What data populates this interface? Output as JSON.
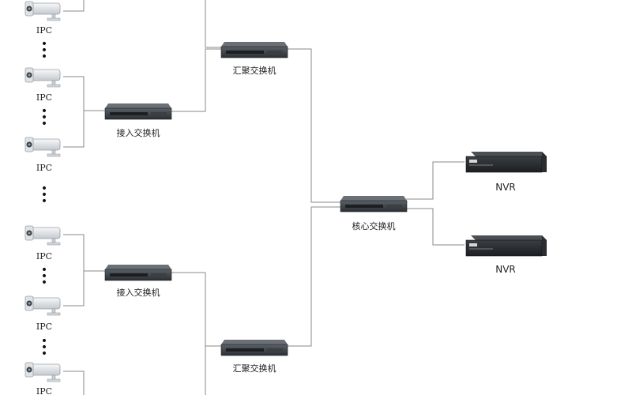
{
  "labels": {
    "ipc": "IPC",
    "access_switch": "接入交换机",
    "aggregation_switch": "汇聚交换机",
    "core_switch": "核心交换机",
    "nvr": "NVR"
  },
  "colors": {
    "line": "#8a8a8a",
    "device_dark": "#2e3236",
    "device_mid": "#4a5055",
    "camera_body": "#e9ecef",
    "camera_shade": "#b9bec3"
  }
}
